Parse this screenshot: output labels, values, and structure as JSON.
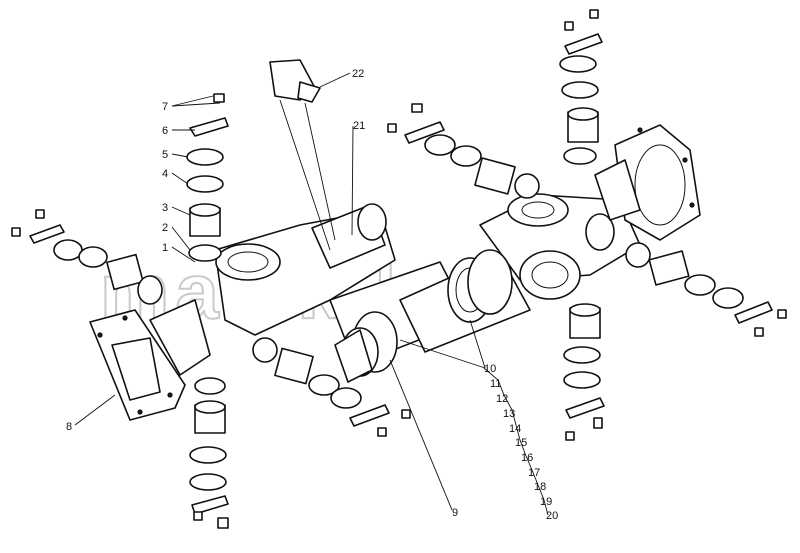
{
  "watermark": "mazik.by",
  "corner_mark": "",
  "callouts": [
    "1",
    "2",
    "3",
    "4",
    "5",
    "6",
    "7",
    "8",
    "9",
    "10",
    "11",
    "12",
    "13",
    "14",
    "15",
    "16",
    "17",
    "18",
    "19",
    "20",
    "21",
    "22"
  ]
}
